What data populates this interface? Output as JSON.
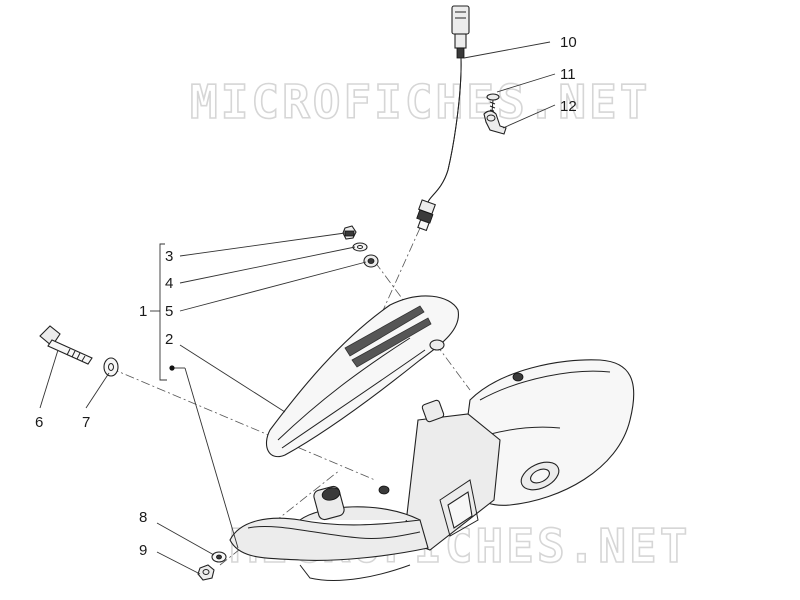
{
  "watermark": {
    "top": "MICROFICHES.NET",
    "bottom": "MICROFICHES.NET"
  },
  "callouts": [
    {
      "id": "1",
      "label": "1"
    },
    {
      "id": "2",
      "label": "2"
    },
    {
      "id": "3",
      "label": "3"
    },
    {
      "id": "4",
      "label": "4"
    },
    {
      "id": "5",
      "label": "5"
    },
    {
      "id": "6",
      "label": "6"
    },
    {
      "id": "7",
      "label": "7"
    },
    {
      "id": "8",
      "label": "8"
    },
    {
      "id": "9",
      "label": "9"
    },
    {
      "id": "10",
      "label": "10"
    },
    {
      "id": "11",
      "label": "11"
    },
    {
      "id": "12",
      "label": "12"
    }
  ],
  "icons": {
    "sensor": "lambda-sensor-icon",
    "clip": "cable-clip-icon",
    "screw": "screw-icon",
    "bolt": "bolt-icon",
    "washer": "washer-icon",
    "nut": "nut-icon",
    "muffler": "muffler-icon",
    "heat_shield": "heat-shield-icon",
    "exhaust_pipe": "exhaust-pipe-icon"
  }
}
